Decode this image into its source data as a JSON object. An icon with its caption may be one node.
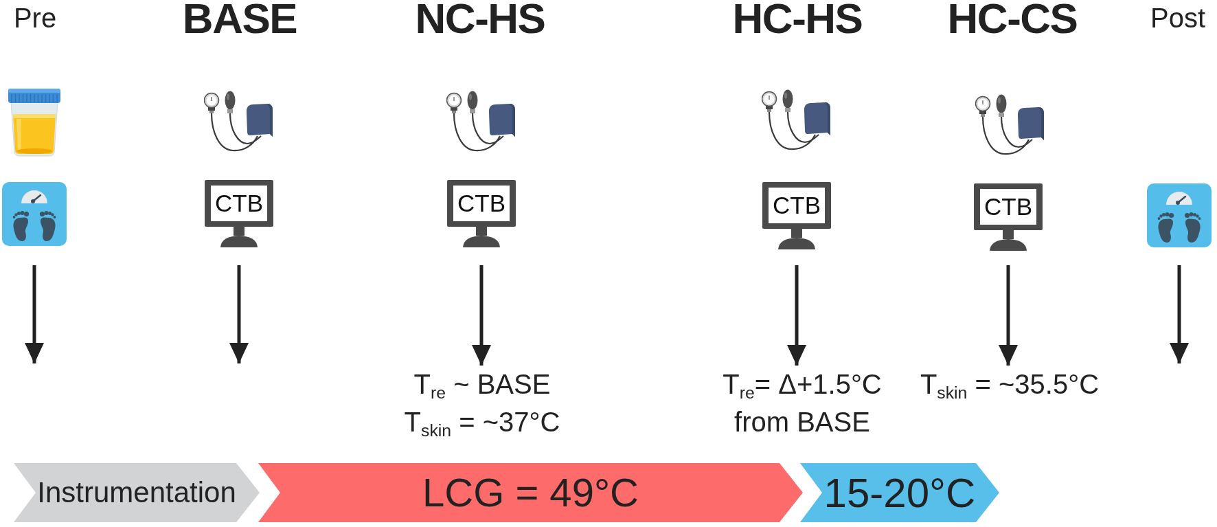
{
  "diagram": {
    "nodes": [
      {
        "text": [],
        "shape": "picture"
      },
      {
        "text": [],
        "shape": "picture"
      },
      {
        "text": [],
        "shape": "picture"
      },
      {
        "text": [
          "CTB"
        ]
      },
      {
        "text": [],
        "shape": "picture"
      },
      {
        "text": [
          "CTB"
        ]
      },
      {
        "text": [
          "T$_{re}$ ~ BASE",
          "T$_{skin}$ = ~37°C"
        ]
      },
      {
        "text": [],
        "shape": "picture"
      },
      {
        "text": [
          "CTB"
        ]
      },
      {
        "text": [
          "T$_{re}$= Δ+1.5°C from BASE"
        ]
      },
      {
        "text": [],
        "shape": "picture"
      },
      {
        "text": [
          "CTB"
        ]
      },
      {
        "text": [
          "T$_{skin}$ = ~35.5°C"
        ]
      },
      {
        "text": [],
        "shape": "picture"
      },
      {
        "text": [
          "Instrumentation"
        ]
      },
      {
        "text": [
          "LCG = 49°C"
        ]
      },
      {
        "text": [
          "15-20°C"
        ]
      }
    ],
    "edges": [
      {
        "from": 1,
        "to": null,
        "arrow": "to"
      },
      {
        "from": 3,
        "to": null,
        "arrow": "to"
      },
      {
        "from": 5,
        "to": 6,
        "arrow": "to"
      },
      {
        "from": 8,
        "to": 9,
        "arrow": "to"
      },
      {
        "from": 11,
        "to": 12,
        "arrow": "to"
      },
      {
        "from": 13,
        "to": null,
        "arrow": "to"
      }
    ],
    "labels": [
      "Pre",
      "BASE",
      "NC-HS",
      "HC-HS",
      "HC-CS",
      "Post"
    ]
  }
}
